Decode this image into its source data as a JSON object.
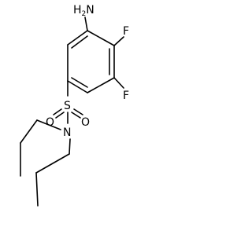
{
  "molecule": {
    "atoms": {
      "amino": {
        "element": "N",
        "hydrogens": "H",
        "count": "2"
      },
      "fluoro_top": "F",
      "fluoro_bottom": "F",
      "sulfur": "S",
      "oxygen_left": "O",
      "oxygen_right": "O",
      "nitrogen": "N"
    },
    "colors": {
      "ink": "#000000",
      "background": "#ffffff"
    }
  }
}
